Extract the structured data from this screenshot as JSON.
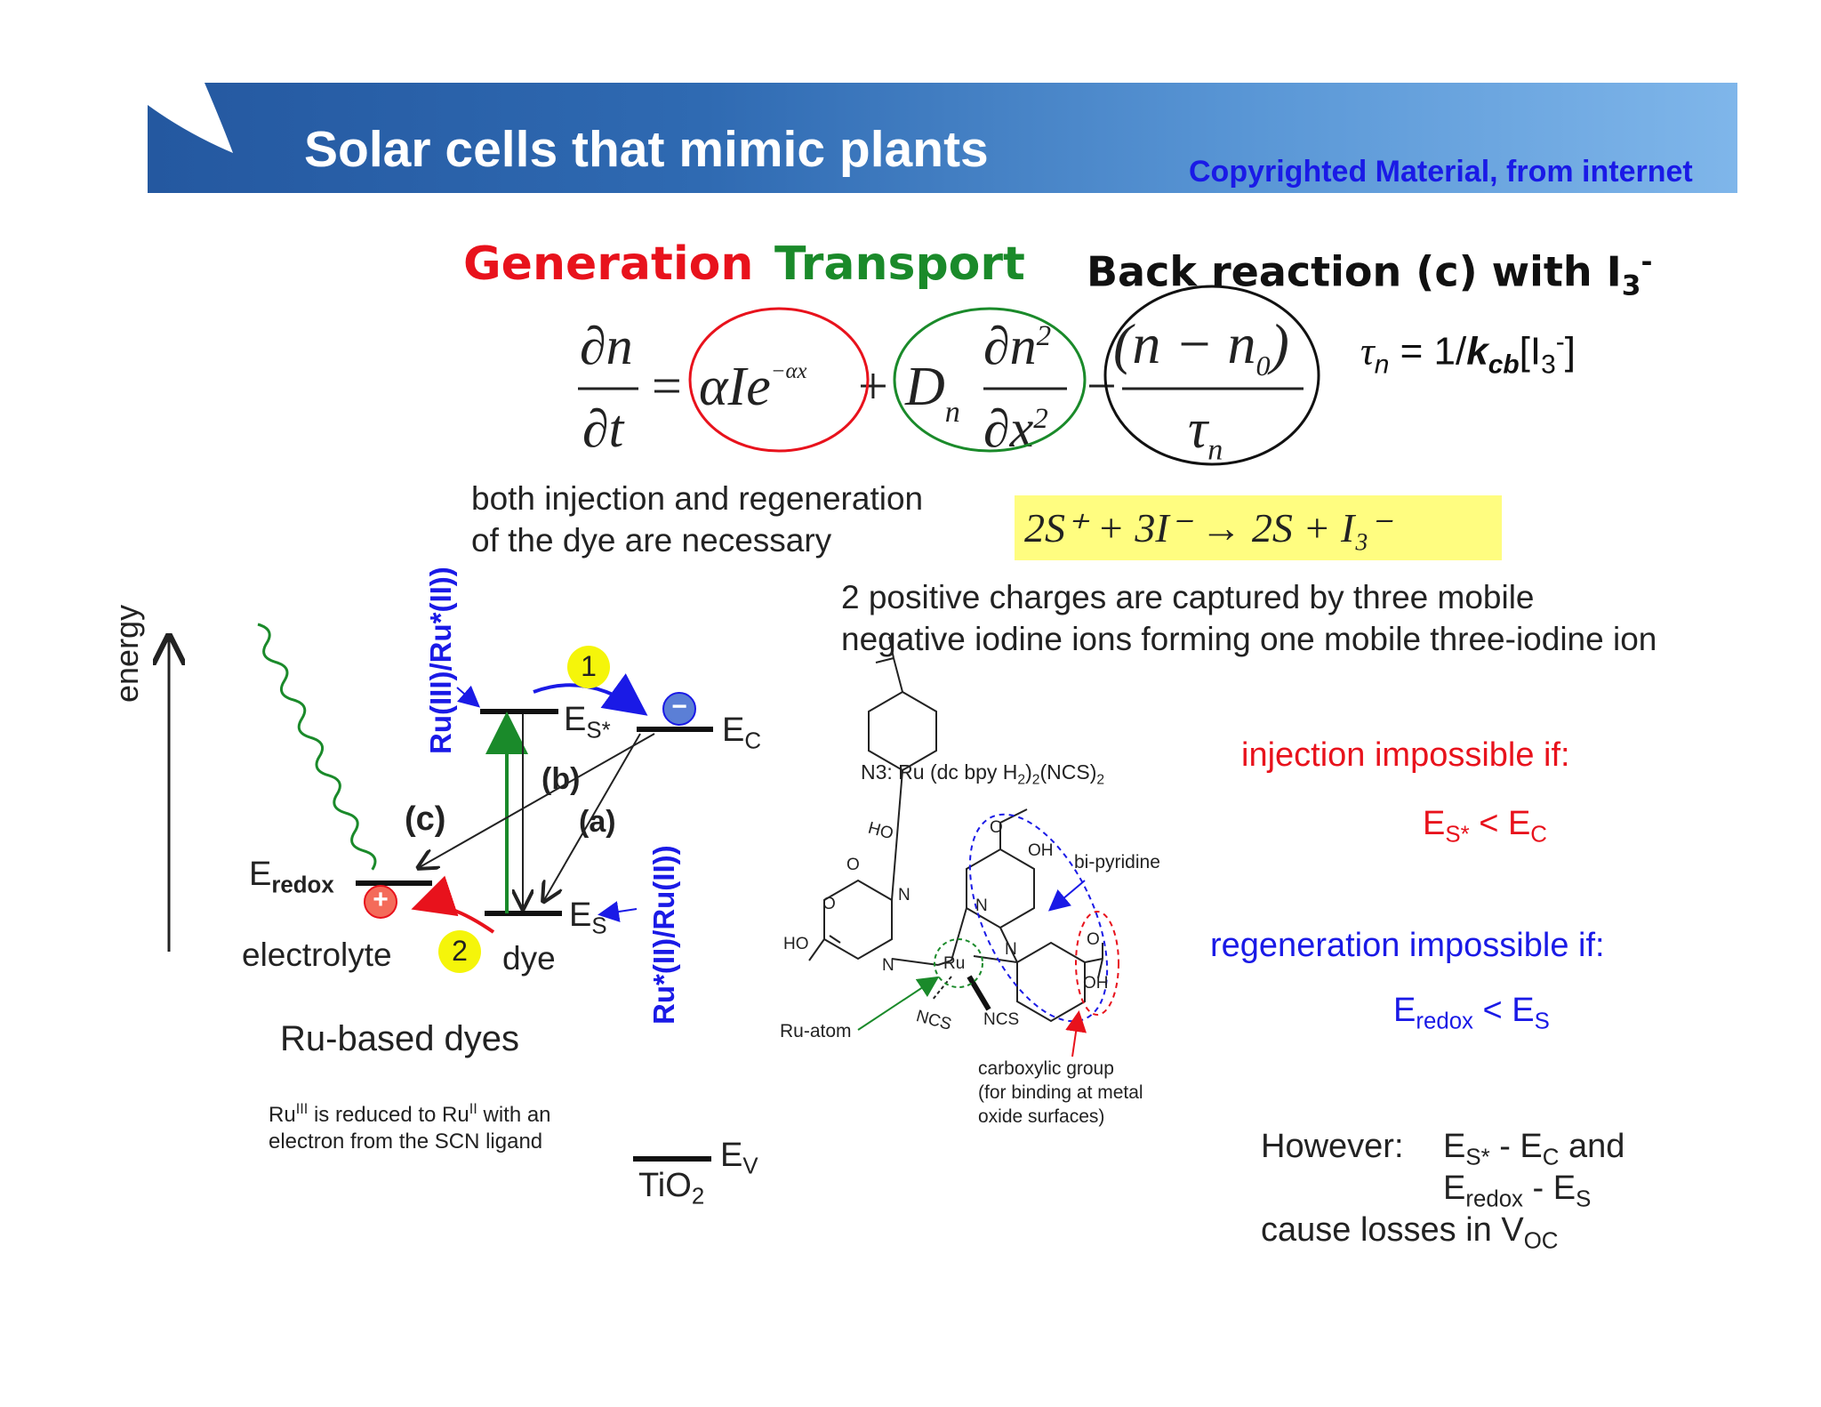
{
  "header": {
    "title": "Solar cells that mimic plants",
    "copyright": "Copyrighted Material, from internet"
  },
  "equation": {
    "generation_label": "Generation",
    "transport_label": "Transport",
    "back_label": "Back reaction (c) with I",
    "back_label_sub": "3",
    "back_label_sup": "-",
    "lhs_num": "∂n",
    "lhs_den": "∂t",
    "equals": "=",
    "gen_term": "αIe",
    "gen_exp": "−αx",
    "plus": "+",
    "D": "D",
    "D_sub": "n",
    "d2n": "∂n",
    "d2n_sup": "2",
    "dx2": "∂x",
    "dx2_sup": "2",
    "minus": "−",
    "back_num": "(n − n",
    "back_num_sub": "0",
    "back_num_close": ")",
    "tau": "τ",
    "tau_sub": "n",
    "tau_def": "τ",
    "tau_def_sub": "n",
    "tau_def_rest": " = 1/",
    "kcb": "k",
    "kcb_sub": "cb",
    "tau_def_i3": "[I",
    "tau_def_i3_sub": "3",
    "tau_def_i3_sup": "-",
    "tau_def_close": "]"
  },
  "notes": {
    "both_line1": "both injection and regeneration",
    "both_line2": "of the dye are necessary",
    "reaction": "2S⁺ + 3I⁻   →   2S + I₃⁻",
    "positive_line1": "2 positive charges are captured by three mobile",
    "positive_line2": "negative iodine ions forming one mobile three-iodine ion"
  },
  "energy_diagram": {
    "energy_label": "energy",
    "ru_top": "Ru(III)/Ru*(II))",
    "ru_bottom": "Ru*(II)/Ru(II))",
    "es_star": "E",
    "es_star_sub": "S*",
    "ec": "E",
    "ec_sub": "C",
    "es": "E",
    "es_sub": "S",
    "eredox": "E",
    "eredox_sub": "redox",
    "ev": "E",
    "ev_sub": "V",
    "tio2": "TiO",
    "tio2_sub": "2",
    "label_a": "(a)",
    "label_b": "(b)",
    "label_c": "(c)",
    "step1": "1",
    "step2": "2",
    "minus_sign": "−",
    "plus_sign": "+",
    "electrolyte": "electrolyte",
    "dye": "dye",
    "ru_based": "Ru-based dyes",
    "ru_note_1a": "Ru",
    "ru_note_1sup": "III",
    "ru_note_1b": " is reduced to Ru",
    "ru_note_1sup2": "II",
    "ru_note_1c": " with an",
    "ru_note_2": "electron from the SCN ligand"
  },
  "molecule": {
    "formula_a": "N3: Ru (dc bpy H",
    "formula_sub1": "2",
    "formula_b": ")",
    "formula_sub2": "2",
    "formula_c": "(NCS)",
    "formula_sub3": "2",
    "ho_top": "HO",
    "o_top": "O",
    "oh_top": "OH",
    "o_top2": "O",
    "o_left": "O",
    "ho_left": "HO",
    "o_left2": "O",
    "o_right": "O",
    "oh_right": "OH",
    "n1": "N",
    "n2": "N",
    "n3": "N",
    "n4": "N",
    "ru": "Ru",
    "ncs1": "NCS",
    "ncs2": "NCS",
    "bipyridine": "bi-pyridine",
    "ru_atom": "Ru-atom",
    "carboxylic_1": "carboxylic group",
    "carboxylic_2": "(for binding at metal",
    "carboxylic_3": "oxide surfaces)"
  },
  "conditions": {
    "injection_title": "injection impossible if:",
    "inj_a": "E",
    "inj_a_sub": "S*",
    "inj_lt": " < E",
    "inj_b_sub": "C",
    "regen_title": "regeneration impossible if:",
    "reg_a": "E",
    "reg_a_sub": "redox",
    "reg_lt": " < E",
    "reg_b_sub": "S",
    "however": "However:",
    "h1a": "E",
    "h1a_sub": "S*",
    "h1b": " - E",
    "h1b_sub": "C",
    "h1c": " and",
    "h2a": "E",
    "h2a_sub": "redox",
    "h2b": " - E",
    "h2b_sub": "S",
    "h3": "cause losses in V",
    "h3_sub": "OC"
  },
  "colors": {
    "generation": "#e8121c",
    "transport": "#1a8a2a",
    "blue": "#1a1ae6",
    "header_dark": "#2458a0",
    "header_light": "#7fb6ea",
    "highlight": "#fffd80"
  }
}
